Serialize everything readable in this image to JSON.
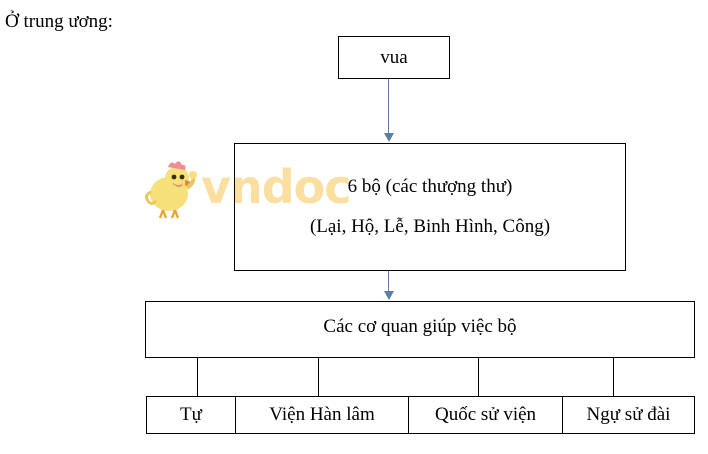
{
  "heading": "Ở trung ương:",
  "diagram": {
    "type": "org-chart",
    "orientation": "top-down",
    "nodes": {
      "king": {
        "label": "vua"
      },
      "six_ministries": {
        "label": "6 bộ (các thượng thư)",
        "sublabel": "(Lại, Hộ, Lễ, Binh Hình, Công)"
      },
      "agencies": {
        "label": "Các cơ quan giúp việc bộ"
      }
    },
    "leaves": [
      {
        "label": "Tự"
      },
      {
        "label": "Viện Hàn lâm"
      },
      {
        "label": "Quốc sử viện"
      },
      {
        "label": "Ngự sử đài"
      }
    ],
    "connectors": {
      "arrow_color": "#5b7fa6",
      "line_color": "#000000"
    }
  },
  "watermark": {
    "text": "vndoc",
    "color": "#fadfa0",
    "mascot": "chick-icon"
  }
}
